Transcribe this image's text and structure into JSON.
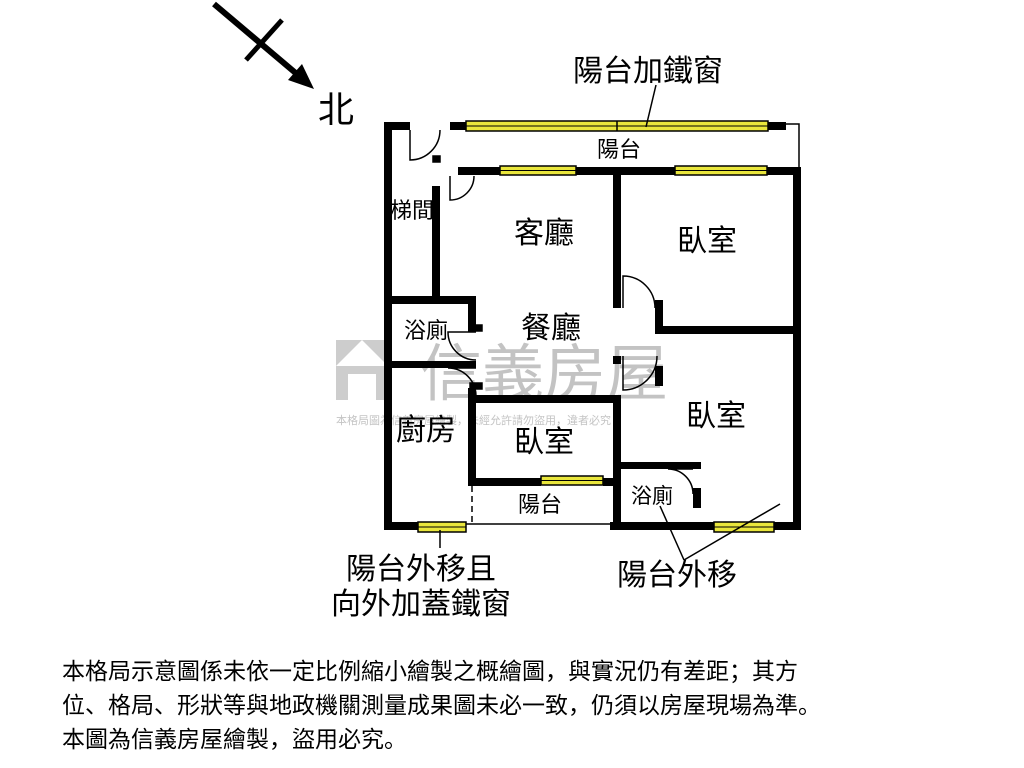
{
  "compass": {
    "label": "北"
  },
  "rooms": {
    "stairwell": "梯間",
    "living": "客廳",
    "dining": "餐廳",
    "bedroom_north": "臥室",
    "bedroom_east": "臥室",
    "bedroom_south": "臥室",
    "bath_west": "浴廁",
    "bath_south": "浴廁",
    "kitchen": "廚房",
    "balcony_north": "陽台",
    "balcony_south": "陽台"
  },
  "callouts": {
    "balcony_iron_window": "陽台加鐵窗",
    "balcony_moved_out_line1": "陽台外移且",
    "balcony_moved_out_line2": "向外加蓋鐵窗",
    "balcony_moved_out_right": "陽台外移"
  },
  "watermark": {
    "brand": "信義房屋",
    "notice": "本格局圖為信義房屋繪製，未經允許請勿盜用，違者必究"
  },
  "disclaimer": {
    "line1": "本格局示意圖係未依一定比例縮小繪製之概繪圖，與實況仍有差距；其方",
    "line2": "位、格局、形狀等與地政機關測量成果圖未必一致，仍須以房屋現場為準。",
    "line3": "本圖為信義房屋繪製，盜用必究。"
  },
  "colors": {
    "wall": "#000000",
    "window": "#e9e63c",
    "watermark": "#bdbdbd"
  }
}
